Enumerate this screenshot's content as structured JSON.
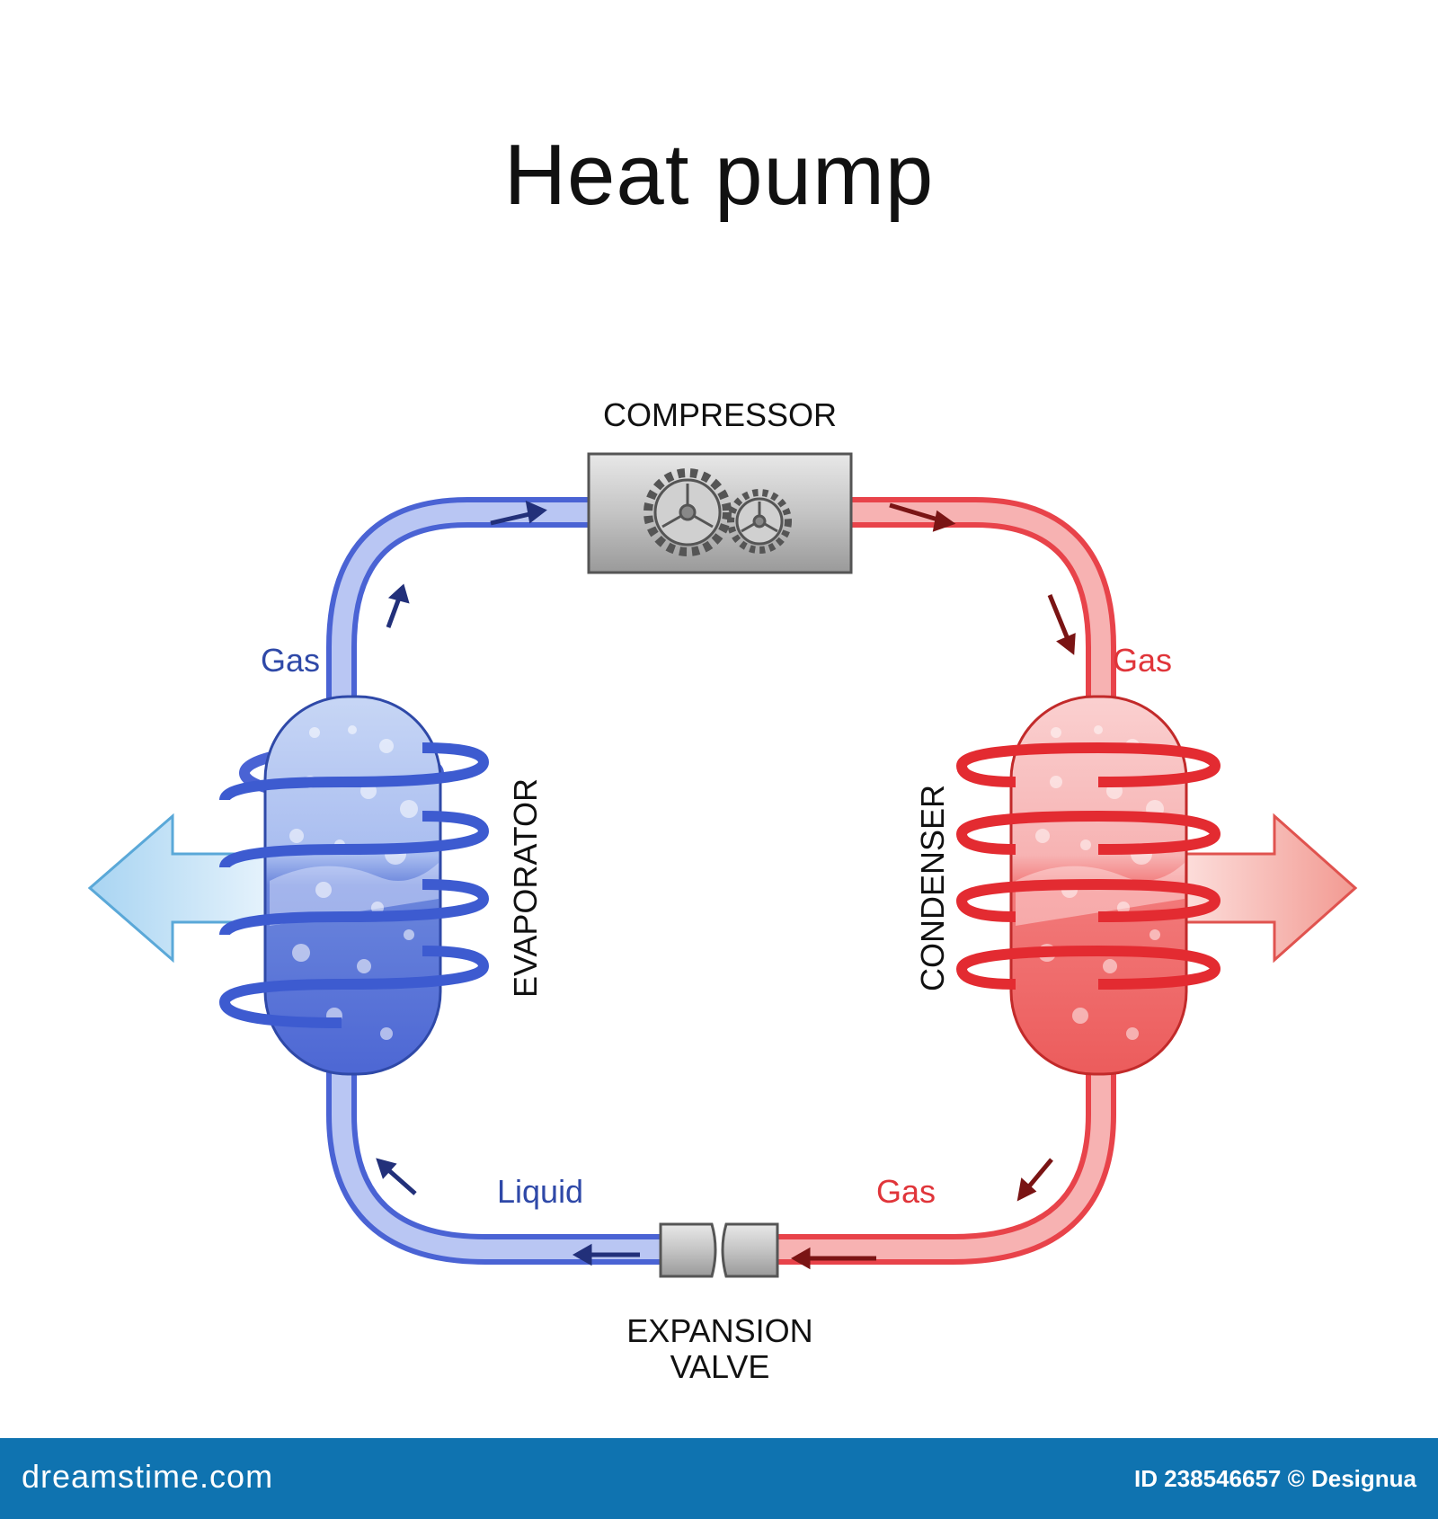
{
  "title": "Heat pump",
  "labels": {
    "compressor": "COMPRESSOR",
    "evaporator": "EVAPORATOR",
    "condenser": "CONDENSER",
    "expansion_line1": "EXPANSION",
    "expansion_line2": "VALVE",
    "gas_left": "Gas",
    "gas_right": "Gas",
    "gas_bottom": "Gas",
    "liquid": "Liquid"
  },
  "colors": {
    "cold": "#4a63d4",
    "cold_light": "#aab8f0",
    "hot": "#e8434a",
    "hot_light": "#f6a7a9",
    "metal": "#bdbdbd"
  },
  "watermark": {
    "brand": "dreamstime.com",
    "credit": "ID 238546657 © Designua"
  }
}
